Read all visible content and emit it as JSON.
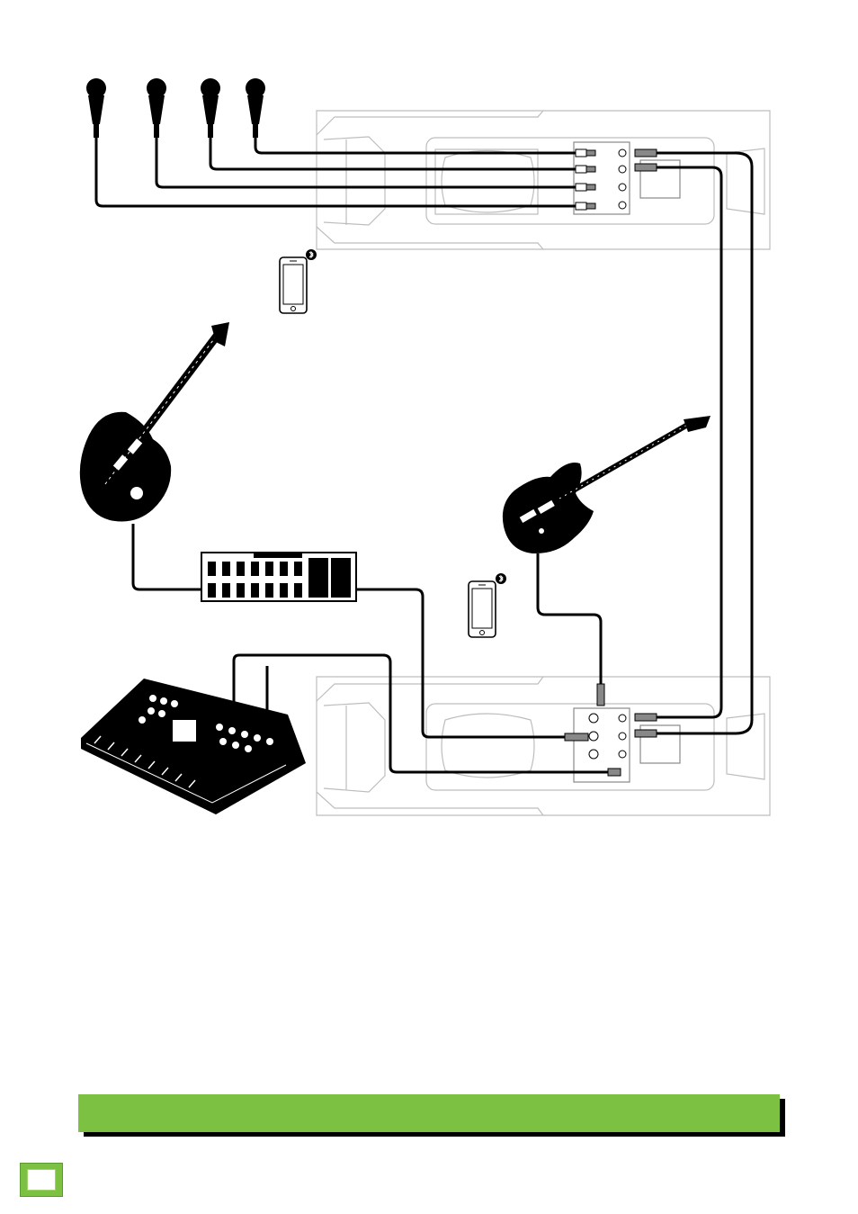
{
  "figure": {
    "description_items": [
      {
        "id": "mic",
        "icon": "microphone-icon",
        "count": 4
      },
      {
        "id": "phone",
        "icon": "smartphone-icon",
        "count": 2
      },
      {
        "id": "bluetooth",
        "icon": "bluetooth-icon",
        "count": 2
      },
      {
        "id": "guitar",
        "icon": "electric-guitar-icon",
        "count": 1
      },
      {
        "id": "bass",
        "icon": "bass-guitar-icon",
        "count": 1
      },
      {
        "id": "pedalboard",
        "icon": "effects-pedalboard-icon",
        "count": 1
      },
      {
        "id": "synth",
        "icon": "synthesizer-icon",
        "count": 1
      },
      {
        "id": "speaker",
        "icon": "pa-speaker-icon",
        "count": 2
      }
    ]
  },
  "banner": {
    "text": ""
  },
  "colors": {
    "accent": "#7dc142",
    "cable": "#000000",
    "speaker_outline": "#bdbdbd"
  }
}
